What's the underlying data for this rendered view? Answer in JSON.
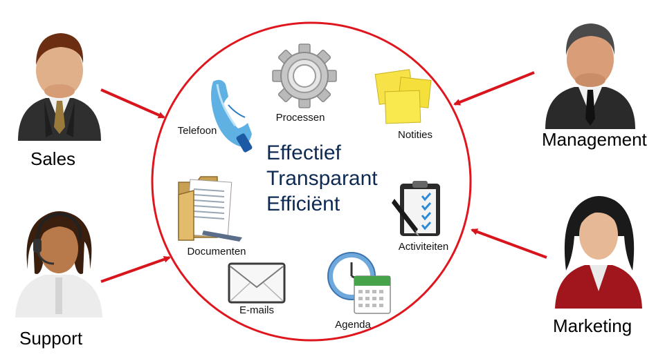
{
  "roles": {
    "sales": "Sales",
    "support": "Support",
    "management": "Management",
    "marketing": "Marketing"
  },
  "tagline": [
    "Effectief",
    "Transparant",
    "Efficiënt"
  ],
  "items": {
    "telefoon": "Telefoon",
    "processen": "Processen",
    "notities": "Notities",
    "documenten": "Documenten",
    "activiteiten": "Activiteiten",
    "emails": "E-mails",
    "agenda": "Agenda"
  },
  "colors": {
    "ring": "#e0161e",
    "arrow": "#d8141c",
    "tagline": "#0d2a54"
  },
  "icons": [
    "telephone-icon",
    "gear-icon",
    "sticky-notes-icon",
    "folder-icon",
    "checklist-icon",
    "envelope-icon",
    "clock-calendar-icon"
  ]
}
